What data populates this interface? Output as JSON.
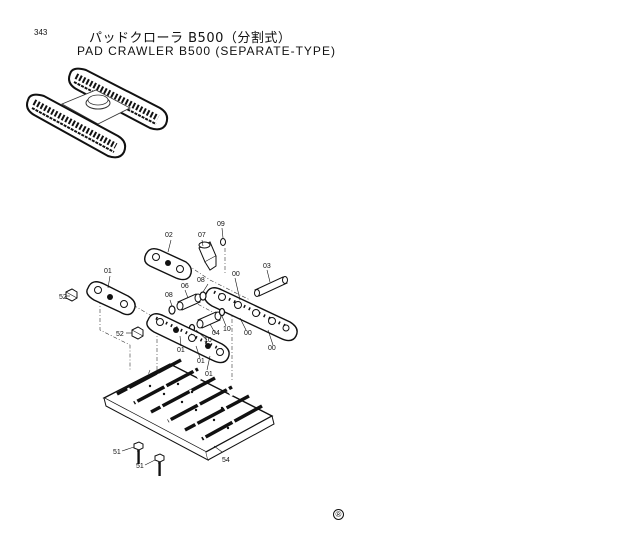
{
  "header": {
    "page_number": "343",
    "title_jp": "パッドクローラ B500（分割式）",
    "title_en": "PAD CRAWLER B500 (SEPARATE-TYPE)"
  },
  "callouts": {
    "c01a": "01",
    "c01b": "01",
    "c01c": "01",
    "c01d": "01",
    "c02": "02",
    "c03": "03",
    "c04": "04",
    "c06": "06",
    "c07": "07",
    "c08a": "08",
    "c08b": "08",
    "c09": "09",
    "c10a": "10",
    "c10b": "10",
    "c00a": "00",
    "c00b": "00",
    "c00c": "00",
    "c51a": "51",
    "c51b": "51",
    "c52a": "52",
    "c52b": "52",
    "c54": "54"
  },
  "footer": {
    "mark": "®"
  }
}
